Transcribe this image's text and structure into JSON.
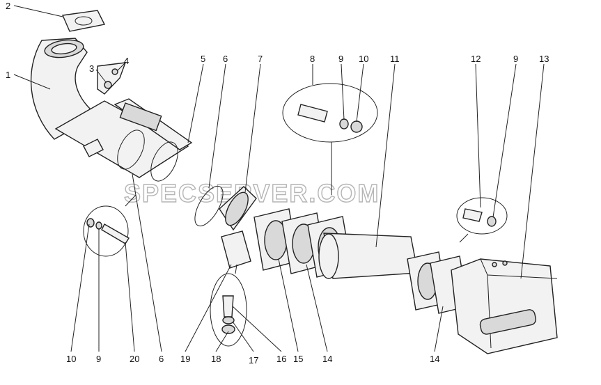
{
  "watermark": "SPECSERVER.COM",
  "callouts": [
    {
      "id": "c2",
      "text": "2"
    },
    {
      "id": "c1",
      "text": "1"
    },
    {
      "id": "c3",
      "text": "3"
    },
    {
      "id": "c4",
      "text": "4"
    },
    {
      "id": "c5",
      "text": "5"
    },
    {
      "id": "c6t",
      "text": "6"
    },
    {
      "id": "c7",
      "text": "7"
    },
    {
      "id": "c8",
      "text": "8"
    },
    {
      "id": "c9a",
      "text": "9"
    },
    {
      "id": "c10a",
      "text": "10"
    },
    {
      "id": "c11",
      "text": "11"
    },
    {
      "id": "c12",
      "text": "12"
    },
    {
      "id": "c9b",
      "text": "9"
    },
    {
      "id": "c13",
      "text": "13"
    },
    {
      "id": "c10b",
      "text": "10"
    },
    {
      "id": "c9c",
      "text": "9"
    },
    {
      "id": "c20",
      "text": "20"
    },
    {
      "id": "c6b",
      "text": "6"
    },
    {
      "id": "c19",
      "text": "19"
    },
    {
      "id": "c18",
      "text": "18"
    },
    {
      "id": "c17",
      "text": "17"
    },
    {
      "id": "c16",
      "text": "16"
    },
    {
      "id": "c15",
      "text": "15"
    },
    {
      "id": "c14a",
      "text": "14"
    },
    {
      "id": "c14b",
      "text": "14"
    }
  ]
}
